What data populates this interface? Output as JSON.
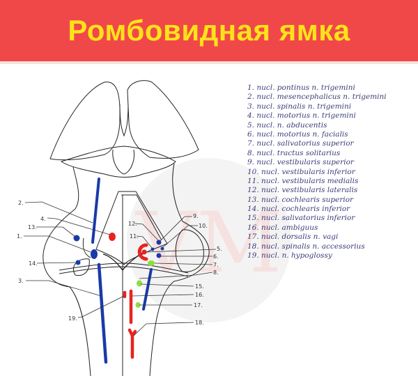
{
  "title": "Ромбовидная ямка",
  "colors": {
    "banner": "#f04848",
    "title": "#ffe21a",
    "motor_nuclei": "#e8231f",
    "sensory_nuclei": "#1a3aa8",
    "autonomic_nuclei": "#8be03a"
  },
  "watermark": "VM",
  "legend": [
    "1. nucl. pontinus n. trigemini",
    "2. nucl. mesencephalicus n. trigemini",
    "3. nucl. spinalis n. trigemini",
    "4. nucl. motorius n. trigemini",
    "5. nucl. n. abducentis",
    "6. nucl. motorius n. facialis",
    "7. nucl. salivatorius superior",
    "8. nucl. tractus solitarius",
    "9. nucl. vestibularis superior",
    "10. nucl. vestibularis inferior",
    "11. nucl. vestibularis medialis",
    "12. nucl. vestibularis lateralis",
    "13. nucl. cochlearis superior",
    "14. nucl. cochlearis inferior",
    "15. nucl. salivatorius inferior",
    "16. nucl. ambiguus",
    "17. nucl. dorsalis n. vagi",
    "18. nucl. spinalis n. accessorius",
    "19. nucl. n. hypoglossy"
  ],
  "labels": [
    "1.",
    "2.",
    "3.",
    "4.",
    "5.",
    "6.",
    "7.",
    "8.",
    "9.",
    "10.",
    "11.",
    "12.",
    "13.",
    "14.",
    "15.",
    "16.",
    "17.",
    "18.",
    "19."
  ]
}
